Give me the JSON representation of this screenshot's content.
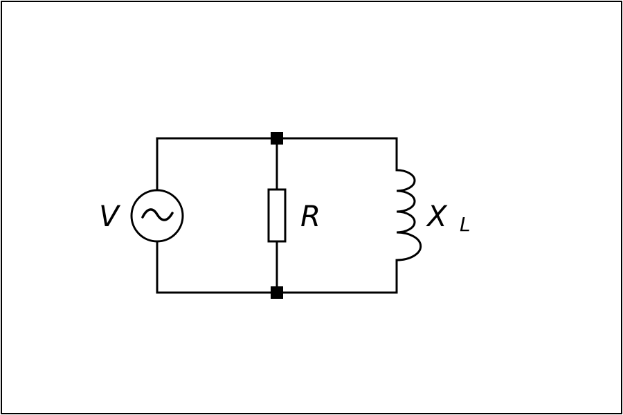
{
  "circuit": {
    "source_label": "V",
    "resistor_label": "R",
    "inductor_label_main": "X",
    "inductor_label_sub": "L"
  },
  "colors": {
    "stroke": "#000000",
    "background": "#ffffff"
  },
  "icons": {
    "source_symbol": "ac-sine-icon"
  }
}
